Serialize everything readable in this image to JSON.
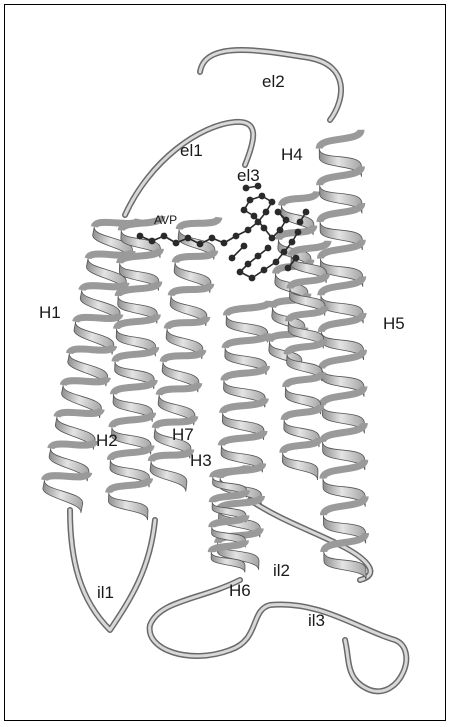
{
  "labels": {
    "el2": "el2",
    "el1": "el1",
    "el3": "el3",
    "h4": "H4",
    "avp": "AVP",
    "h1": "H1",
    "h5": "H5",
    "h2": "H2",
    "h7": "H7",
    "h3": "H3",
    "il2": "il2",
    "il1": "il1",
    "h6": "H6",
    "il3": "il3"
  },
  "colors": {
    "ribbon_fill": "#d6d6d6",
    "ribbon_shade": "#9a9a9a",
    "ribbon_edge": "#555555",
    "ligand": "#2a2a2a",
    "border": "#000000"
  }
}
